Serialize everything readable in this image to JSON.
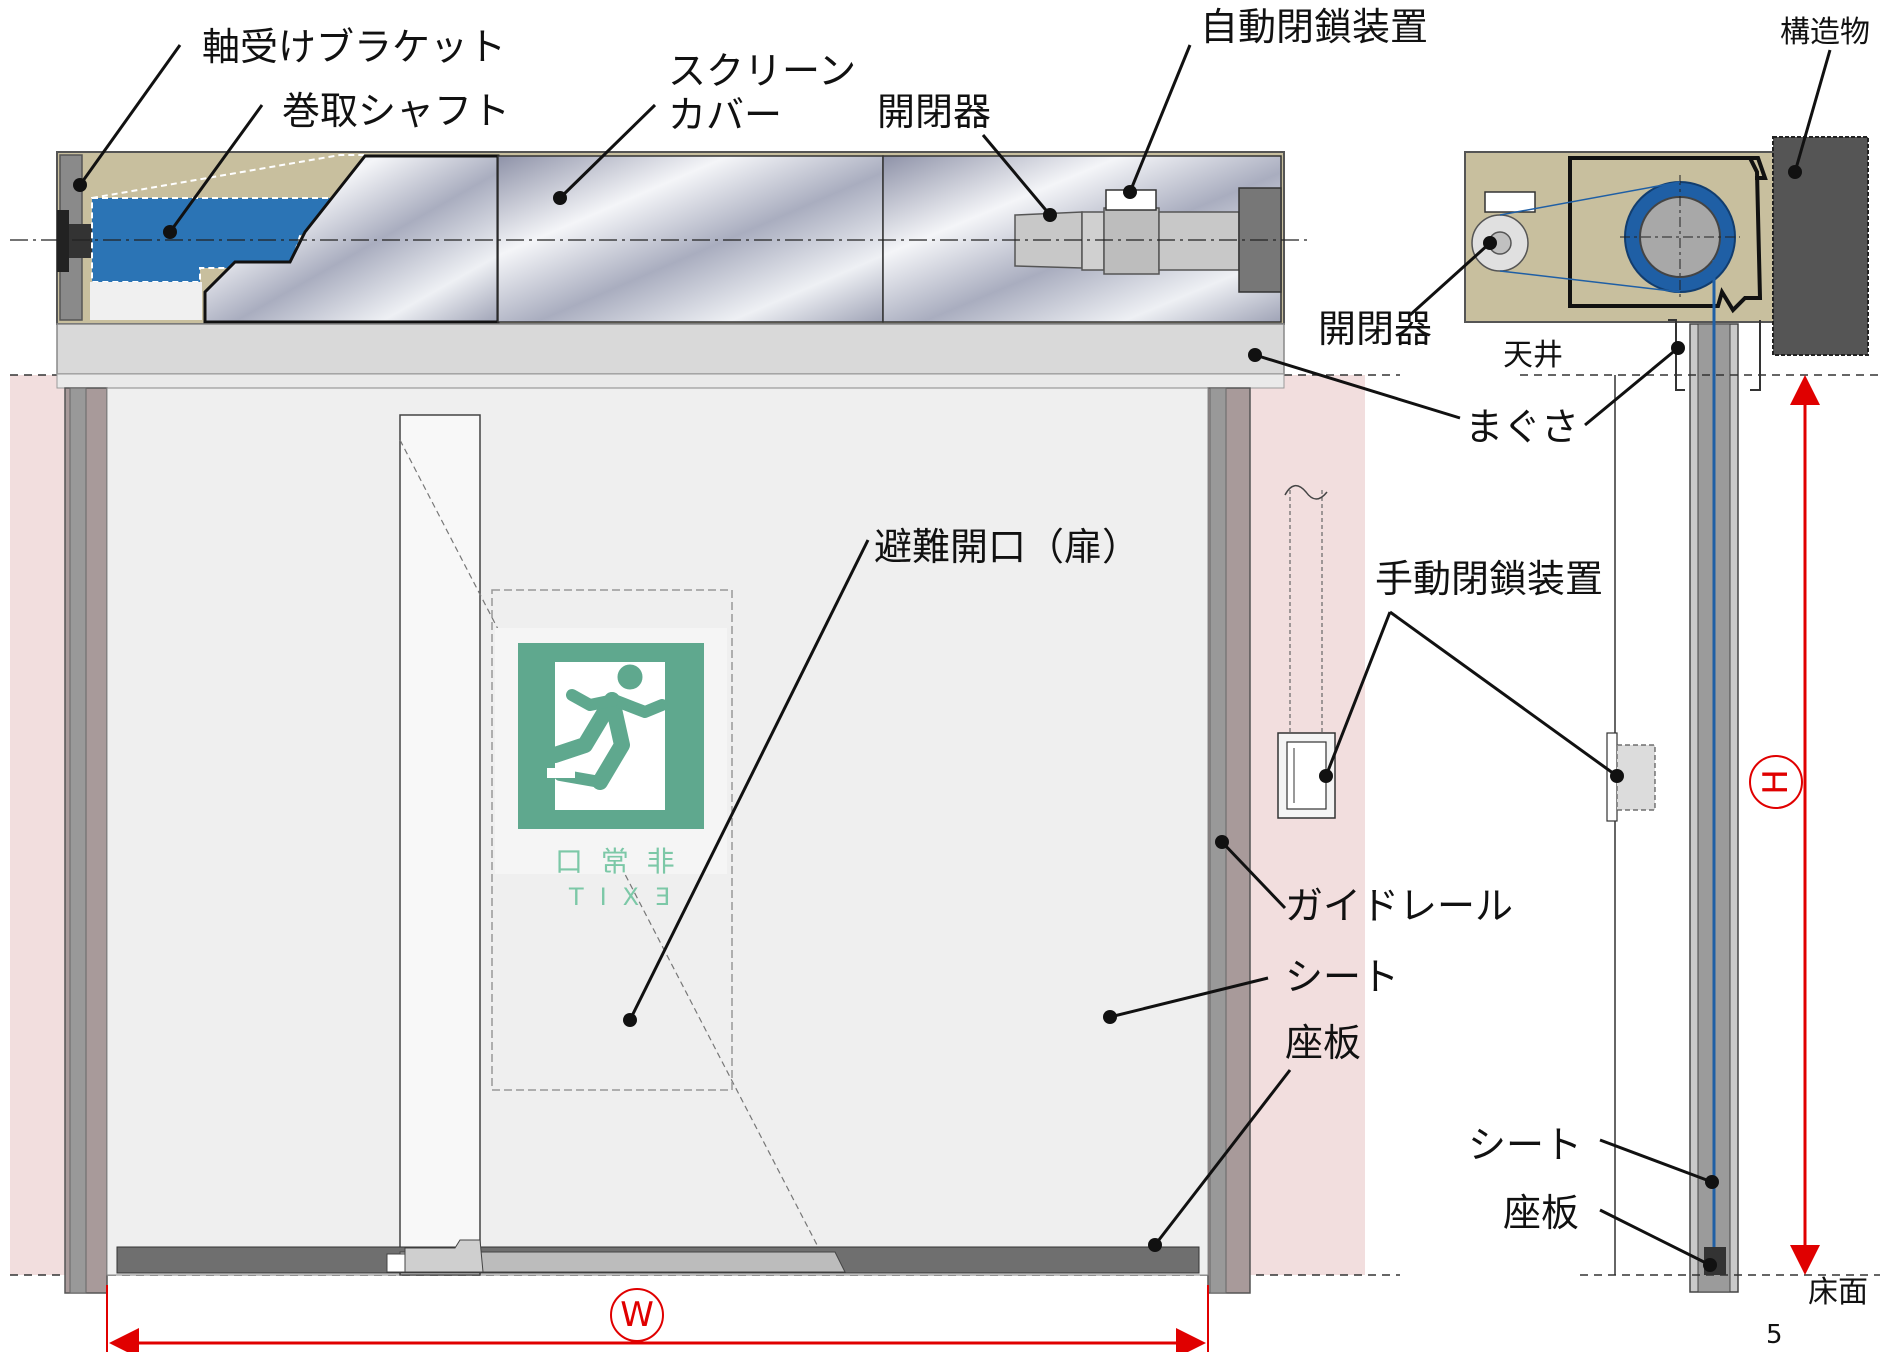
{
  "labels": {
    "bearing_bracket": "軸受けブラケット",
    "winding_shaft": "巻取シャフト",
    "screen_cover": "スクリーン\nカバー",
    "opener_front": "開閉器",
    "auto_close_device": "自動閉鎖装置",
    "structure": "構造物",
    "opener_side": "開閉器",
    "ceiling": "天井",
    "magusa": "まぐさ",
    "evacuation_opening": "避難開口（扉）",
    "manual_close_device": "手動閉鎖装置",
    "guide_rail": "ガイドレール",
    "sheet_front": "シート",
    "bottom_plate_front": "座板",
    "sheet_side": "シート",
    "bottom_plate_side": "座板",
    "floor": "床面",
    "width_mark": "W",
    "height_mark": "H",
    "page_number": "5"
  },
  "exit_sign": {
    "kanji": "非常口",
    "latin": "EXIT",
    "color": "#5fa88e"
  },
  "colors": {
    "housing": "#c8bf9e",
    "shaft": "#2b74b5",
    "structure": "#555555",
    "wall_zone": "#f2dede",
    "rail": "#9e9e9e",
    "dimension": "#e00000"
  }
}
